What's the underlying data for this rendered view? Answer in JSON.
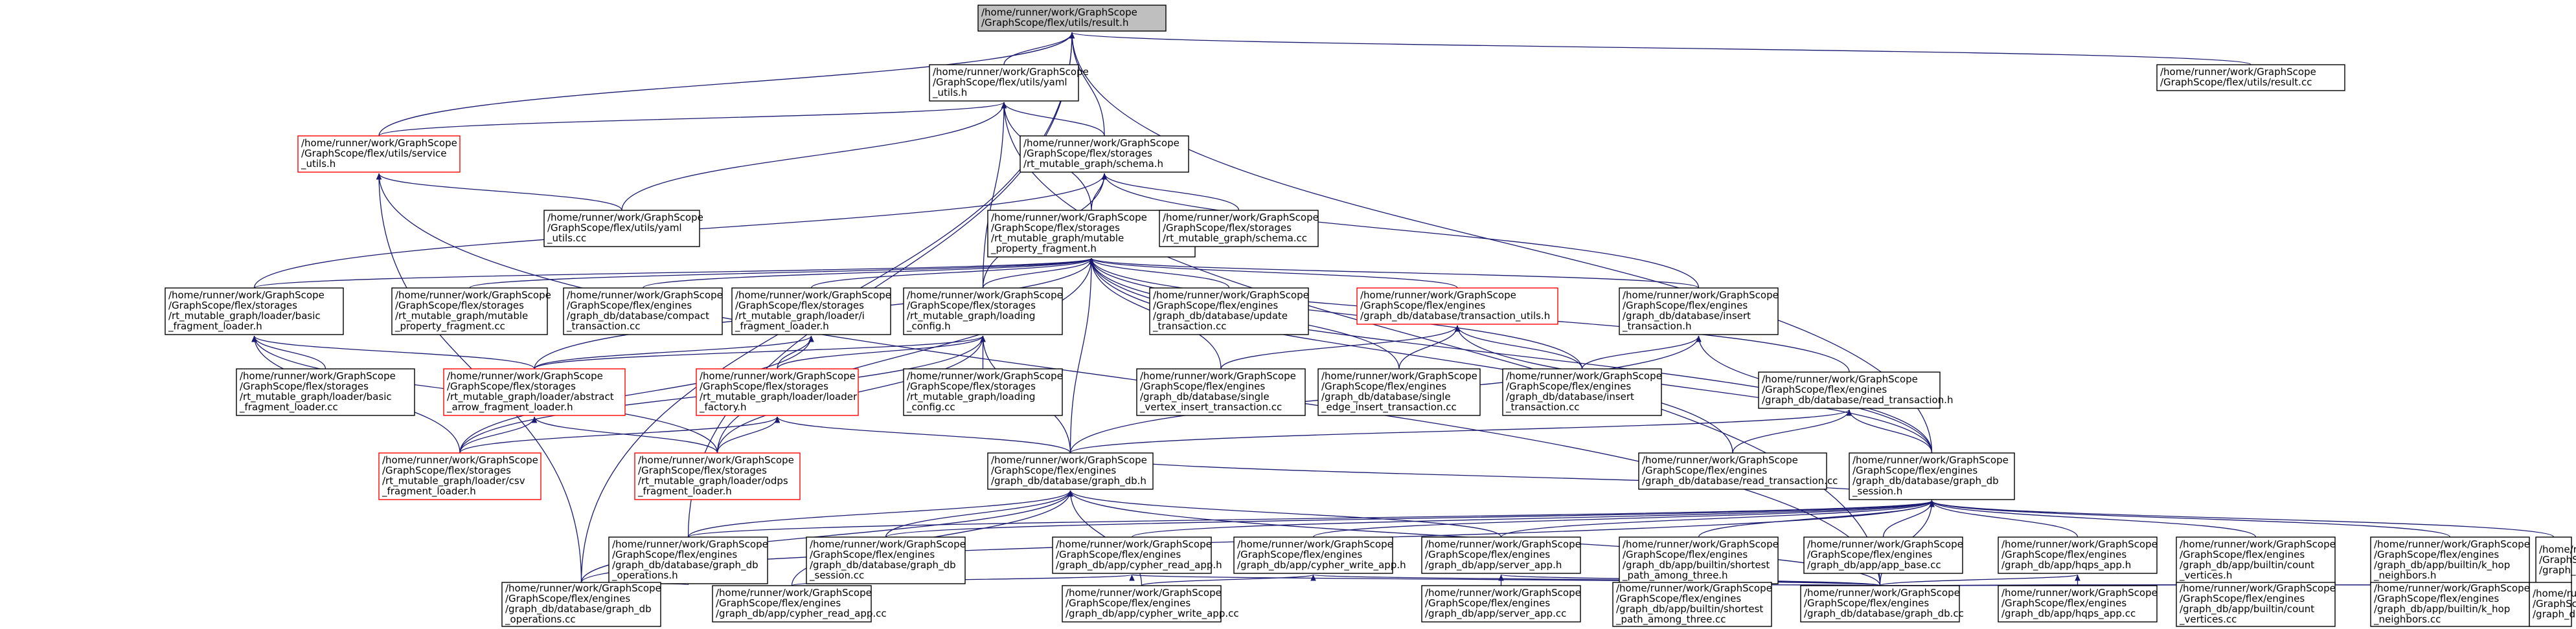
{
  "graph": {
    "nodes": [
      {
        "id": "result_h",
        "lines": [
          "/home/runner/work/GraphScope",
          "/GraphScope/flex/utils/result.h"
        ],
        "style": "root"
      },
      {
        "id": "yaml_utils_h",
        "lines": [
          "/home/runner/work/GraphScope",
          "/GraphScope/flex/utils/yaml",
          "_utils.h"
        ],
        "style": "normal"
      },
      {
        "id": "result_cc",
        "lines": [
          "/home/runner/work/GraphScope",
          "/GraphScope/flex/utils/result.cc"
        ],
        "style": "normal"
      },
      {
        "id": "service_utils_h",
        "lines": [
          "/home/runner/work/GraphScope",
          "/GraphScope/flex/utils/service",
          "_utils.h"
        ],
        "style": "red"
      },
      {
        "id": "schema_h",
        "lines": [
          "/home/runner/work/GraphScope",
          "/GraphScope/flex/storages",
          "/rt_mutable_graph/schema.h"
        ],
        "style": "normal"
      },
      {
        "id": "yaml_utils_cc",
        "lines": [
          "/home/runner/work/GraphScope",
          "/GraphScope/flex/utils/yaml",
          "_utils.cc"
        ],
        "style": "normal"
      },
      {
        "id": "mutable_fragment_h",
        "lines": [
          "/home/runner/work/GraphScope",
          "/GraphScope/flex/storages",
          "/rt_mutable_graph/mutable",
          "_property_fragment.h"
        ],
        "style": "normal"
      },
      {
        "id": "schema_cc",
        "lines": [
          "/home/runner/work/GraphScope",
          "/GraphScope/flex/storages",
          "/rt_mutable_graph/schema.cc"
        ],
        "style": "normal"
      },
      {
        "id": "basic_loader_h",
        "lines": [
          "/home/runner/work/GraphScope",
          "/GraphScope/flex/storages",
          "/rt_mutable_graph/loader/basic",
          "_fragment_loader.h"
        ],
        "style": "normal"
      },
      {
        "id": "mutable_fragment_cc",
        "lines": [
          "/home/runner/work/GraphScope",
          "/GraphScope/flex/storages",
          "/rt_mutable_graph/mutable",
          "_property_fragment.cc"
        ],
        "style": "normal"
      },
      {
        "id": "compact_txn_cc",
        "lines": [
          "/home/runner/work/GraphScope",
          "/GraphScope/flex/engines",
          "/graph_db/database/compact",
          "_transaction.cc"
        ],
        "style": "normal"
      },
      {
        "id": "i_loader_h",
        "lines": [
          "/home/runner/work/GraphScope",
          "/GraphScope/flex/storages",
          "/rt_mutable_graph/loader/i",
          "_fragment_loader.h"
        ],
        "style": "normal"
      },
      {
        "id": "loading_config_h",
        "lines": [
          "/home/runner/work/GraphScope",
          "/GraphScope/flex/storages",
          "/rt_mutable_graph/loading",
          "_config.h"
        ],
        "style": "normal"
      },
      {
        "id": "update_txn_cc",
        "lines": [
          "/home/runner/work/GraphScope",
          "/GraphScope/flex/engines",
          "/graph_db/database/update",
          "_transaction.cc"
        ],
        "style": "normal"
      },
      {
        "id": "txn_utils_h",
        "lines": [
          "/home/runner/work/GraphScope",
          "/GraphScope/flex/engines",
          "/graph_db/database/transaction_utils.h"
        ],
        "style": "red"
      },
      {
        "id": "insert_txn_h",
        "lines": [
          "/home/runner/work/GraphScope",
          "/GraphScope/flex/engines",
          "/graph_db/database/insert",
          "_transaction.h"
        ],
        "style": "normal"
      },
      {
        "id": "basic_loader_cc",
        "lines": [
          "/home/runner/work/GraphScope",
          "/GraphScope/flex/storages",
          "/rt_mutable_graph/loader/basic",
          "_fragment_loader.cc"
        ],
        "style": "normal"
      },
      {
        "id": "abstract_loader_h",
        "lines": [
          "/home/runner/work/GraphScope",
          "/GraphScope/flex/storages",
          "/rt_mutable_graph/loader/abstract",
          "_arrow_fragment_loader.h"
        ],
        "style": "red"
      },
      {
        "id": "loader_factory_h",
        "lines": [
          "/home/runner/work/GraphScope",
          "/GraphScope/flex/storages",
          "/rt_mutable_graph/loader/loader",
          "_factory.h"
        ],
        "style": "red"
      },
      {
        "id": "loading_config_cc",
        "lines": [
          "/home/runner/work/GraphScope",
          "/GraphScope/flex/storages",
          "/rt_mutable_graph/loading",
          "_config.cc"
        ],
        "style": "normal"
      },
      {
        "id": "single_vertex_cc",
        "lines": [
          "/home/runner/work/GraphScope",
          "/GraphScope/flex/engines",
          "/graph_db/database/single",
          "_vertex_insert_transaction.cc"
        ],
        "style": "normal"
      },
      {
        "id": "single_edge_cc",
        "lines": [
          "/home/runner/work/GraphScope",
          "/GraphScope/flex/engines",
          "/graph_db/database/single",
          "_edge_insert_transaction.cc"
        ],
        "style": "normal"
      },
      {
        "id": "insert_txn_cc",
        "lines": [
          "/home/runner/work/GraphScope",
          "/GraphScope/flex/engines",
          "/graph_db/database/insert",
          "_transaction.cc"
        ],
        "style": "normal"
      },
      {
        "id": "read_txn_h",
        "lines": [
          "/home/runner/work/GraphScope",
          "/GraphScope/flex/engines",
          "/graph_db/database/read_transaction.h"
        ],
        "style": "normal"
      },
      {
        "id": "csv_loader_h",
        "lines": [
          "/home/runner/work/GraphScope",
          "/GraphScope/flex/storages",
          "/rt_mutable_graph/loader/csv",
          "_fragment_loader.h"
        ],
        "style": "red"
      },
      {
        "id": "odps_loader_h",
        "lines": [
          "/home/runner/work/GraphScope",
          "/GraphScope/flex/storages",
          "/rt_mutable_graph/loader/odps",
          "_fragment_loader.h"
        ],
        "style": "red"
      },
      {
        "id": "graph_db_h",
        "lines": [
          "/home/runner/work/GraphScope",
          "/GraphScope/flex/engines",
          "/graph_db/database/graph_db.h"
        ],
        "style": "normal"
      },
      {
        "id": "read_txn_cc",
        "lines": [
          "/home/runner/work/GraphScope",
          "/GraphScope/flex/engines",
          "/graph_db/database/read_transaction.cc"
        ],
        "style": "normal"
      },
      {
        "id": "graph_db_session_h",
        "lines": [
          "/home/runner/work/GraphScope",
          "/GraphScope/flex/engines",
          "/graph_db/database/graph_db",
          "_session.h"
        ],
        "style": "normal"
      },
      {
        "id": "graph_db_ops_h",
        "lines": [
          "/home/runner/work/GraphScope",
          "/GraphScope/flex/engines",
          "/graph_db/database/graph_db",
          "_operations.h"
        ],
        "style": "normal"
      },
      {
        "id": "graph_db_session_cc",
        "lines": [
          "/home/runner/work/GraphScope",
          "/GraphScope/flex/engines",
          "/graph_db/database/graph_db",
          "_session.cc"
        ],
        "style": "normal"
      },
      {
        "id": "cypher_read_h",
        "lines": [
          "/home/runner/work/GraphScope",
          "/GraphScope/flex/engines",
          "/graph_db/app/cypher_read_app.h"
        ],
        "style": "normal"
      },
      {
        "id": "cypher_write_h",
        "lines": [
          "/home/runner/work/GraphScope",
          "/GraphScope/flex/engines",
          "/graph_db/app/cypher_write_app.h"
        ],
        "style": "normal"
      },
      {
        "id": "server_app_h",
        "lines": [
          "/home/runner/work/GraphScope",
          "/GraphScope/flex/engines",
          "/graph_db/app/server_app.h"
        ],
        "style": "normal"
      },
      {
        "id": "shortest_h",
        "lines": [
          "/home/runner/work/GraphScope",
          "/GraphScope/flex/engines",
          "/graph_db/app/builtin/shortest",
          "_path_among_three.h"
        ],
        "style": "normal"
      },
      {
        "id": "app_base_cc",
        "lines": [
          "/home/runner/work/GraphScope",
          "/GraphScope/flex/engines",
          "/graph_db/app/app_base.cc"
        ],
        "style": "normal"
      },
      {
        "id": "hqps_app_h",
        "lines": [
          "/home/runner/work/GraphScope",
          "/GraphScope/flex/engines",
          "/graph_db/app/hqps_app.h"
        ],
        "style": "normal"
      },
      {
        "id": "count_vertices_h",
        "lines": [
          "/home/runner/work/GraphScope",
          "/GraphScope/flex/engines",
          "/graph_db/app/builtin/count",
          "_vertices.h"
        ],
        "style": "normal"
      },
      {
        "id": "k_hop_h",
        "lines": [
          "/home/runner/work/GraphScope",
          "/GraphScope/flex/engines",
          "/graph_db/app/builtin/k_hop",
          "_neighbors.h"
        ],
        "style": "normal"
      },
      {
        "id": "pagerank_h",
        "lines": [
          "/home/runner/work/GraphScope",
          "/GraphScope/flex/engines",
          "/graph_db/app/builtin/pagerank.h"
        ],
        "style": "normal"
      },
      {
        "id": "graph_db_ops_cc",
        "lines": [
          "/home/runner/work/GraphScope",
          "/GraphScope/flex/engines",
          "/graph_db/database/graph_db",
          "_operations.cc"
        ],
        "style": "normal"
      },
      {
        "id": "cypher_read_cc",
        "lines": [
          "/home/runner/work/GraphScope",
          "/GraphScope/flex/engines",
          "/graph_db/app/cypher_read_app.cc"
        ],
        "style": "normal"
      },
      {
        "id": "cypher_write_cc",
        "lines": [
          "/home/runner/work/GraphScope",
          "/GraphScope/flex/engines",
          "/graph_db/app/cypher_write_app.cc"
        ],
        "style": "normal"
      },
      {
        "id": "server_app_cc",
        "lines": [
          "/home/runner/work/GraphScope",
          "/GraphScope/flex/engines",
          "/graph_db/app/server_app.cc"
        ],
        "style": "normal"
      },
      {
        "id": "shortest_cc",
        "lines": [
          "/home/runner/work/GraphScope",
          "/GraphScope/flex/engines",
          "/graph_db/app/builtin/shortest",
          "_path_among_three.cc"
        ],
        "style": "normal"
      },
      {
        "id": "graph_db_cc",
        "lines": [
          "/home/runner/work/GraphScope",
          "/GraphScope/flex/engines",
          "/graph_db/database/graph_db.cc"
        ],
        "style": "normal"
      },
      {
        "id": "hqps_app_cc",
        "lines": [
          "/home/runner/work/GraphScope",
          "/GraphScope/flex/engines",
          "/graph_db/app/hqps_app.cc"
        ],
        "style": "normal"
      },
      {
        "id": "count_vertices_cc",
        "lines": [
          "/home/runner/work/GraphScope",
          "/GraphScope/flex/engines",
          "/graph_db/app/builtin/count",
          "_vertices.cc"
        ],
        "style": "normal"
      },
      {
        "id": "k_hop_cc",
        "lines": [
          "/home/runner/work/GraphScope",
          "/GraphScope/flex/engines",
          "/graph_db/app/builtin/k_hop",
          "_neighbors.cc"
        ],
        "style": "normal"
      },
      {
        "id": "pagerank_cc",
        "lines": [
          "/home/runner/work/GraphScope",
          "/GraphScope/flex/engines",
          "/graph_db/app/builtin/pagerank.cc"
        ],
        "style": "normal"
      }
    ],
    "edges": [
      [
        "yaml_utils_h",
        "result_h"
      ],
      [
        "result_cc",
        "result_h"
      ],
      [
        "service_utils_h",
        "result_h"
      ],
      [
        "schema_h",
        "result_h"
      ],
      [
        "graph_db_session_h",
        "result_h"
      ],
      [
        "graph_db_ops_h",
        "result_h"
      ],
      [
        "graph_db_ops_cc",
        "result_h"
      ],
      [
        "service_utils_h",
        "yaml_utils_h"
      ],
      [
        "schema_h",
        "yaml_utils_h"
      ],
      [
        "yaml_utils_cc",
        "yaml_utils_h"
      ],
      [
        "mutable_fragment_h",
        "yaml_utils_h"
      ],
      [
        "loading_config_h",
        "yaml_utils_h"
      ],
      [
        "graph_db_cc",
        "yaml_utils_h"
      ],
      [
        "mutable_fragment_h",
        "schema_h"
      ],
      [
        "schema_cc",
        "schema_h"
      ],
      [
        "basic_loader_h",
        "schema_h"
      ],
      [
        "loading_config_h",
        "schema_h"
      ],
      [
        "insert_txn_h",
        "schema_h"
      ],
      [
        "yaml_utils_cc",
        "service_utils_h"
      ],
      [
        "graph_db_ops_cc",
        "service_utils_h"
      ],
      [
        "graph_db_cc",
        "service_utils_h"
      ],
      [
        "basic_loader_h",
        "mutable_fragment_h"
      ],
      [
        "mutable_fragment_cc",
        "mutable_fragment_h"
      ],
      [
        "compact_txn_cc",
        "mutable_fragment_h"
      ],
      [
        "i_loader_h",
        "mutable_fragment_h"
      ],
      [
        "update_txn_cc",
        "mutable_fragment_h"
      ],
      [
        "txn_utils_h",
        "mutable_fragment_h"
      ],
      [
        "insert_txn_h",
        "mutable_fragment_h"
      ],
      [
        "single_vertex_cc",
        "mutable_fragment_h"
      ],
      [
        "single_edge_cc",
        "mutable_fragment_h"
      ],
      [
        "insert_txn_cc",
        "mutable_fragment_h"
      ],
      [
        "read_txn_h",
        "mutable_fragment_h"
      ],
      [
        "read_txn_cc",
        "mutable_fragment_h"
      ],
      [
        "graph_db_h",
        "mutable_fragment_h"
      ],
      [
        "graph_db_session_h",
        "mutable_fragment_h"
      ],
      [
        "abstract_loader_h",
        "mutable_fragment_h"
      ],
      [
        "odps_loader_h",
        "mutable_fragment_h"
      ],
      [
        "loading_config_h",
        "mutable_fragment_h"
      ],
      [
        "basic_loader_cc",
        "basic_loader_h"
      ],
      [
        "abstract_loader_h",
        "basic_loader_h"
      ],
      [
        "csv_loader_h",
        "basic_loader_h"
      ],
      [
        "odps_loader_h",
        "basic_loader_h"
      ],
      [
        "abstract_loader_h",
        "i_loader_h"
      ],
      [
        "loader_factory_h",
        "i_loader_h"
      ],
      [
        "csv_loader_h",
        "i_loader_h"
      ],
      [
        "abstract_loader_h",
        "loading_config_h"
      ],
      [
        "loader_factory_h",
        "loading_config_h"
      ],
      [
        "loading_config_cc",
        "loading_config_h"
      ],
      [
        "graph_db_h",
        "loading_config_h"
      ],
      [
        "csv_loader_h",
        "loading_config_h"
      ],
      [
        "odps_loader_h",
        "loading_config_h"
      ],
      [
        "single_vertex_cc",
        "txn_utils_h"
      ],
      [
        "single_edge_cc",
        "txn_utils_h"
      ],
      [
        "insert_txn_cc",
        "txn_utils_h"
      ],
      [
        "graph_db_session_h",
        "txn_utils_h"
      ],
      [
        "insert_txn_cc",
        "insert_txn_h"
      ],
      [
        "graph_db_session_h",
        "insert_txn_h"
      ],
      [
        "graph_db_h",
        "insert_txn_h"
      ],
      [
        "csv_loader_h",
        "abstract_loader_h"
      ],
      [
        "odps_loader_h",
        "abstract_loader_h"
      ],
      [
        "csv_loader_h",
        "loader_factory_h"
      ],
      [
        "odps_loader_h",
        "loader_factory_h"
      ],
      [
        "graph_db_h",
        "loader_factory_h"
      ],
      [
        "read_txn_cc",
        "read_txn_h"
      ],
      [
        "graph_db_session_h",
        "read_txn_h"
      ],
      [
        "graph_db_h",
        "read_txn_h"
      ],
      [
        "graph_db_ops_h",
        "graph_db_h"
      ],
      [
        "graph_db_session_cc",
        "graph_db_h"
      ],
      [
        "cypher_read_cc",
        "graph_db_h"
      ],
      [
        "cypher_write_cc",
        "graph_db_h"
      ],
      [
        "server_app_h",
        "graph_db_h"
      ],
      [
        "graph_db_cc",
        "graph_db_h"
      ],
      [
        "graph_db_ops_cc",
        "graph_db_h"
      ],
      [
        "graph_db_h",
        "graph_db_session_h"
      ],
      [
        "graph_db_ops_h",
        "graph_db_session_h"
      ],
      [
        "graph_db_session_cc",
        "graph_db_session_h"
      ],
      [
        "cypher_read_h",
        "graph_db_session_h"
      ],
      [
        "cypher_write_h",
        "graph_db_session_h"
      ],
      [
        "server_app_h",
        "graph_db_session_h"
      ],
      [
        "shortest_h",
        "graph_db_session_h"
      ],
      [
        "app_base_cc",
        "graph_db_session_h"
      ],
      [
        "hqps_app_h",
        "graph_db_session_h"
      ],
      [
        "count_vertices_h",
        "graph_db_session_h"
      ],
      [
        "k_hop_h",
        "graph_db_session_h"
      ],
      [
        "pagerank_h",
        "graph_db_session_h"
      ],
      [
        "graph_db_cc",
        "graph_db_session_h"
      ],
      [
        "graph_db_ops_cc",
        "graph_db_session_h"
      ],
      [
        "graph_db_ops_cc",
        "graph_db_ops_h"
      ],
      [
        "cypher_read_cc",
        "cypher_read_h"
      ],
      [
        "graph_db_cc",
        "cypher_read_h"
      ],
      [
        "cypher_write_cc",
        "cypher_write_h"
      ],
      [
        "graph_db_cc",
        "cypher_write_h"
      ],
      [
        "server_app_cc",
        "server_app_h"
      ],
      [
        "graph_db_cc",
        "server_app_h"
      ],
      [
        "shortest_cc",
        "shortest_h"
      ],
      [
        "graph_db_cc",
        "shortest_h"
      ],
      [
        "hqps_app_cc",
        "hqps_app_h"
      ],
      [
        "graph_db_cc",
        "hqps_app_h"
      ],
      [
        "count_vertices_cc",
        "count_vertices_h"
      ],
      [
        "graph_db_cc",
        "count_vertices_h"
      ],
      [
        "k_hop_cc",
        "k_hop_h"
      ],
      [
        "graph_db_cc",
        "k_hop_h"
      ],
      [
        "pagerank_cc",
        "pagerank_h"
      ],
      [
        "graph_db_cc",
        "pagerank_h"
      ]
    ]
  }
}
